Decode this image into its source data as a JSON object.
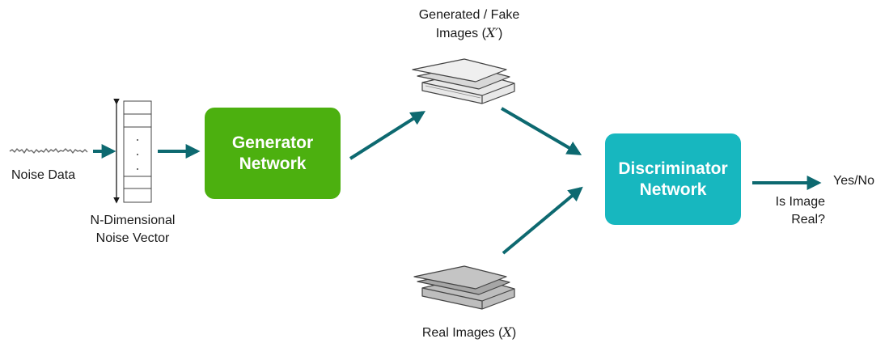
{
  "colors": {
    "arrow": "#0d6970",
    "generator": "#4cb00f",
    "discriminator": "#17b7bf",
    "text": "#1a1a1a"
  },
  "labels": {
    "noise_data": "Noise Data",
    "noise_vector_line1": "N-Dimensional",
    "noise_vector_line2": "Noise Vector",
    "fake_images_line1": "Generated / Fake",
    "fake_images_line2_text": "Images (",
    "fake_images_math": "X′",
    "fake_images_close": ")",
    "real_images_text": "Real Images (",
    "real_images_math": "X",
    "real_images_close": ")",
    "is_real_line1": "Is Image",
    "is_real_line2": "Real?",
    "output": "Yes/No"
  },
  "nodes": {
    "generator": {
      "line1": "Generator",
      "line2": "Network"
    },
    "discriminator": {
      "line1": "Discriminator",
      "line2": "Network"
    }
  },
  "vector": {
    "dots": "·"
  }
}
